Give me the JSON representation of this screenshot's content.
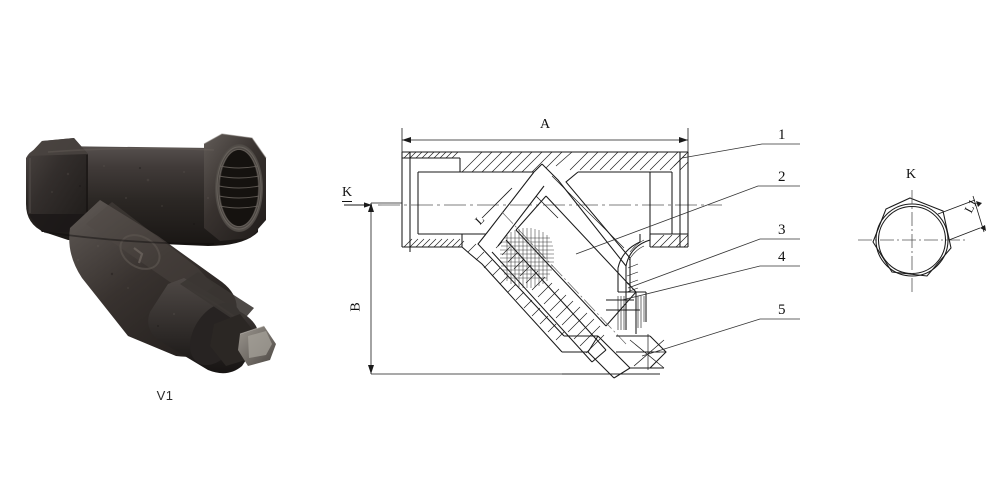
{
  "page": {
    "background": "#ffffff",
    "line_color": "#1a1a1a"
  },
  "photo": {
    "caption": "V1",
    "alt_name": "y-strainer-valve-photo",
    "body_color": "#332f2e",
    "highlight_color": "#6d6763",
    "bolt_color": "#8e8a85"
  },
  "drawing": {
    "title_dimensions": {
      "overall_length": "A",
      "overall_height": "B",
      "screen_length": "L",
      "view_arrow": "K"
    },
    "callouts": [
      {
        "number": "1"
      },
      {
        "number": "2"
      },
      {
        "number": "3"
      },
      {
        "number": "4"
      },
      {
        "number": "5"
      }
    ]
  },
  "kview": {
    "title": "K",
    "dimension": "L1"
  }
}
